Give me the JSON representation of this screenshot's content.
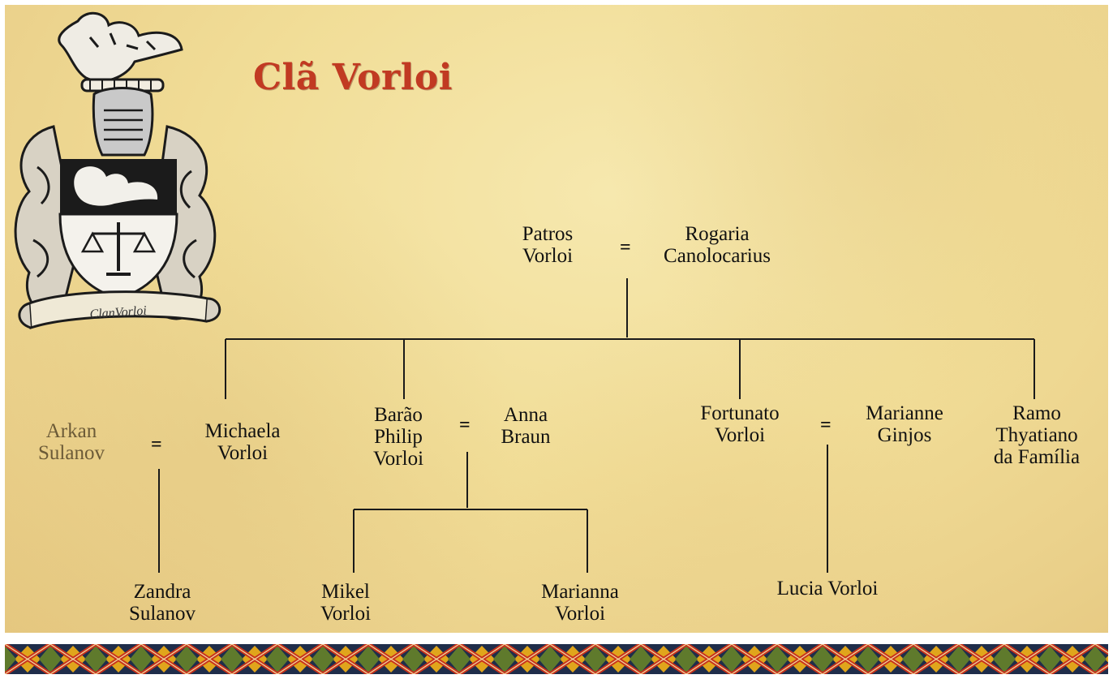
{
  "title": "Clã Vorloi",
  "crest": {
    "icon": "family-crest-icon",
    "motto": "ClanVorloi"
  },
  "colors": {
    "title": "#c13a22",
    "parchment": "#f1dd97",
    "text": "#111111",
    "text_light": "#6b5a37",
    "border_navy": "#1f2d4a",
    "border_gold": "#e0a51c",
    "border_red": "#c8311c",
    "border_green": "#5f7a2c"
  },
  "people": {
    "patros": "Patros\nVorloi",
    "rogaria": "Rogaria\nCanolocarius",
    "arkan": "Arkan\nSulanov",
    "michaela": "Michaela\nVorloi",
    "philip": "Barão\nPhilip\nVorloi",
    "anna": "Anna\nBraun",
    "fortunato": "Fortunato\nVorloi",
    "marianne": "Marianne\nGinjos",
    "ramo": "Ramo\nThyatiano\nda Família",
    "zandra": "Zandra\nSulanov",
    "mikel": "Mikel\nVorloi",
    "marianna": "Marianna\nVorloi",
    "lucia": "Lucia Vorloi"
  },
  "marriage_symbol": "="
}
